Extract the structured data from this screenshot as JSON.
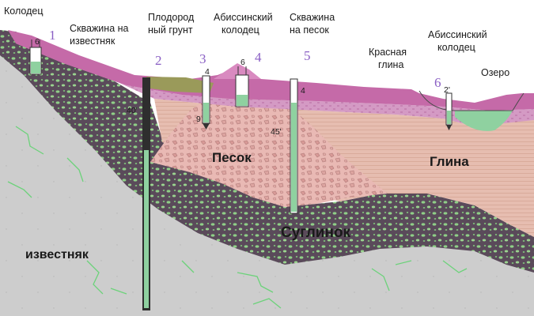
{
  "labels": {
    "well": "Колодец",
    "limestone_borehole_1": "Скважина на",
    "limestone_borehole_2": "известняк",
    "fertile_soil_1": "Плодород",
    "fertile_soil_2": "ный грунт",
    "abyssinian_1_line1": "Абиссинский",
    "abyssinian_1_line2": "колодец",
    "sand_borehole_1": "Скважина",
    "sand_borehole_2": "на песок",
    "red_clay_1": "Красная",
    "red_clay_2": "глина",
    "abyssinian_2_line1": "Абиссинский",
    "abyssinian_2_line2": "колодец",
    "lake": "Озеро",
    "sand": "Песок",
    "clay": "Глина",
    "loam": "Суглинок",
    "limestone": "известняк"
  },
  "numbers": {
    "n1": "1",
    "n2": "2",
    "n3": "3",
    "n4": "4",
    "n5": "5",
    "n6": "6"
  },
  "depths": {
    "d_well": "6",
    "d_40": "40'",
    "d_ab1_4": "4",
    "d_ab1_9": "9",
    "d_6": "6",
    "d_45": "45'",
    "d_sand_4": "4",
    "d_ab2": "2'"
  },
  "colors": {
    "limestone": "#cdcdcd",
    "loam": "#5a4a5a",
    "sand": "#e9b9b4",
    "clay": "#e6bdb0",
    "red_clay": "#c56aa8",
    "fertile_soil": "#9a9a5a",
    "water": "#8fd1a0",
    "crack": "#6cd27a",
    "number": "#8a5fc4"
  }
}
